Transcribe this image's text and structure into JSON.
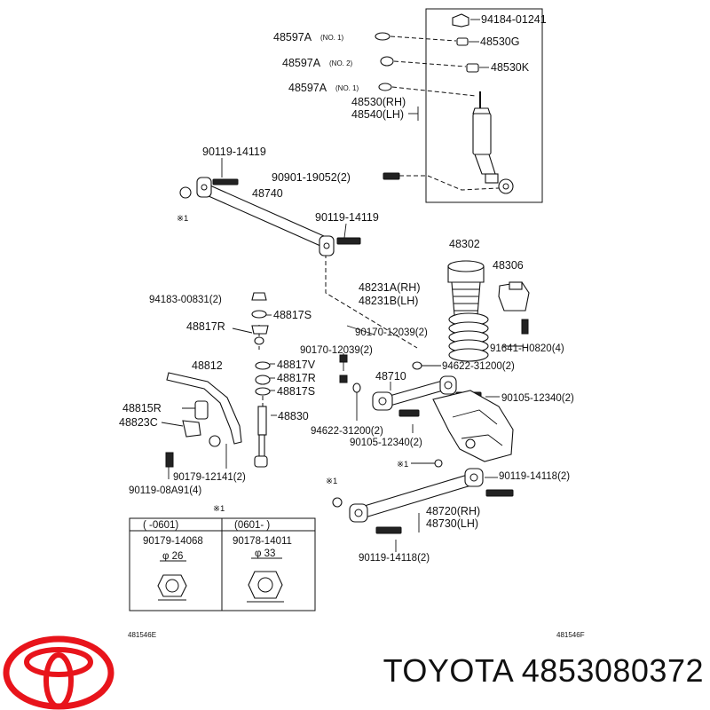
{
  "parts": {
    "p94184": "94184-01241",
    "p48597a_1": "48597A",
    "p48597a_1_note": "(NO. 1)",
    "p48530g": "48530G",
    "p48597a_2": "48597A",
    "p48597a_2_note": "(NO. 2)",
    "p48530k": "48530K",
    "p48597a_3": "48597A",
    "p48597a_3_note": "(NO. 1)",
    "p48530rh": "48530(RH)",
    "p48540lh": "48540(LH)",
    "p90119_14119a": "90119-14119",
    "p90901": "90901-19052(2)",
    "p48740": "48740",
    "note1a": "※1",
    "p90119_14119b": "90119-14119",
    "p48302": "48302",
    "p48306": "48306",
    "p48231a": "48231A(RH)",
    "p48231b": "48231B(LH)",
    "p94183": "94183-00831(2)",
    "p48817s_a": "48817S",
    "p48817r_a": "48817R",
    "p90170_a": "90170-12039(2)",
    "p91641": "91641-H0820(4)",
    "p90170_b": "90170-12039(2)",
    "p48812": "48812",
    "p48817v": "48817V",
    "p94622_a": "94622-31200(2)",
    "p48817r_b": "48817R",
    "p48710": "48710",
    "p48817s_b": "48817S",
    "p90105_a": "90105-12340(2)",
    "p48815r": "48815R",
    "p48823c": "48823C",
    "p48830": "48830",
    "p94622_b": "94622-31200(2)",
    "p90105_b": "90105-12340(2)",
    "note1b": "※1",
    "p90179_12141": "90179-12141(2)",
    "p90119_08a91": "90119-08A91(4)",
    "note1c": "※1",
    "p90119_14118a": "90119-14118(2)",
    "p48720": "48720(RH)",
    "p48730": "48730(LH)",
    "p90119_14118b": "90119-14118(2)"
  },
  "inset": {
    "title": "※1",
    "col1_header": "(    -0601)",
    "col2_header": "(0601-    )",
    "col1_part": "90179-14068",
    "col2_part": "90178-14011",
    "col1_dia": "φ 26",
    "col2_dia": "φ 33"
  },
  "footer": {
    "code_left": "481546E",
    "code_right": "481546F"
  },
  "brand": {
    "text": "TOYOTA 4853080372",
    "logo": "toyota-logo",
    "logo_color": "#e8141b"
  }
}
